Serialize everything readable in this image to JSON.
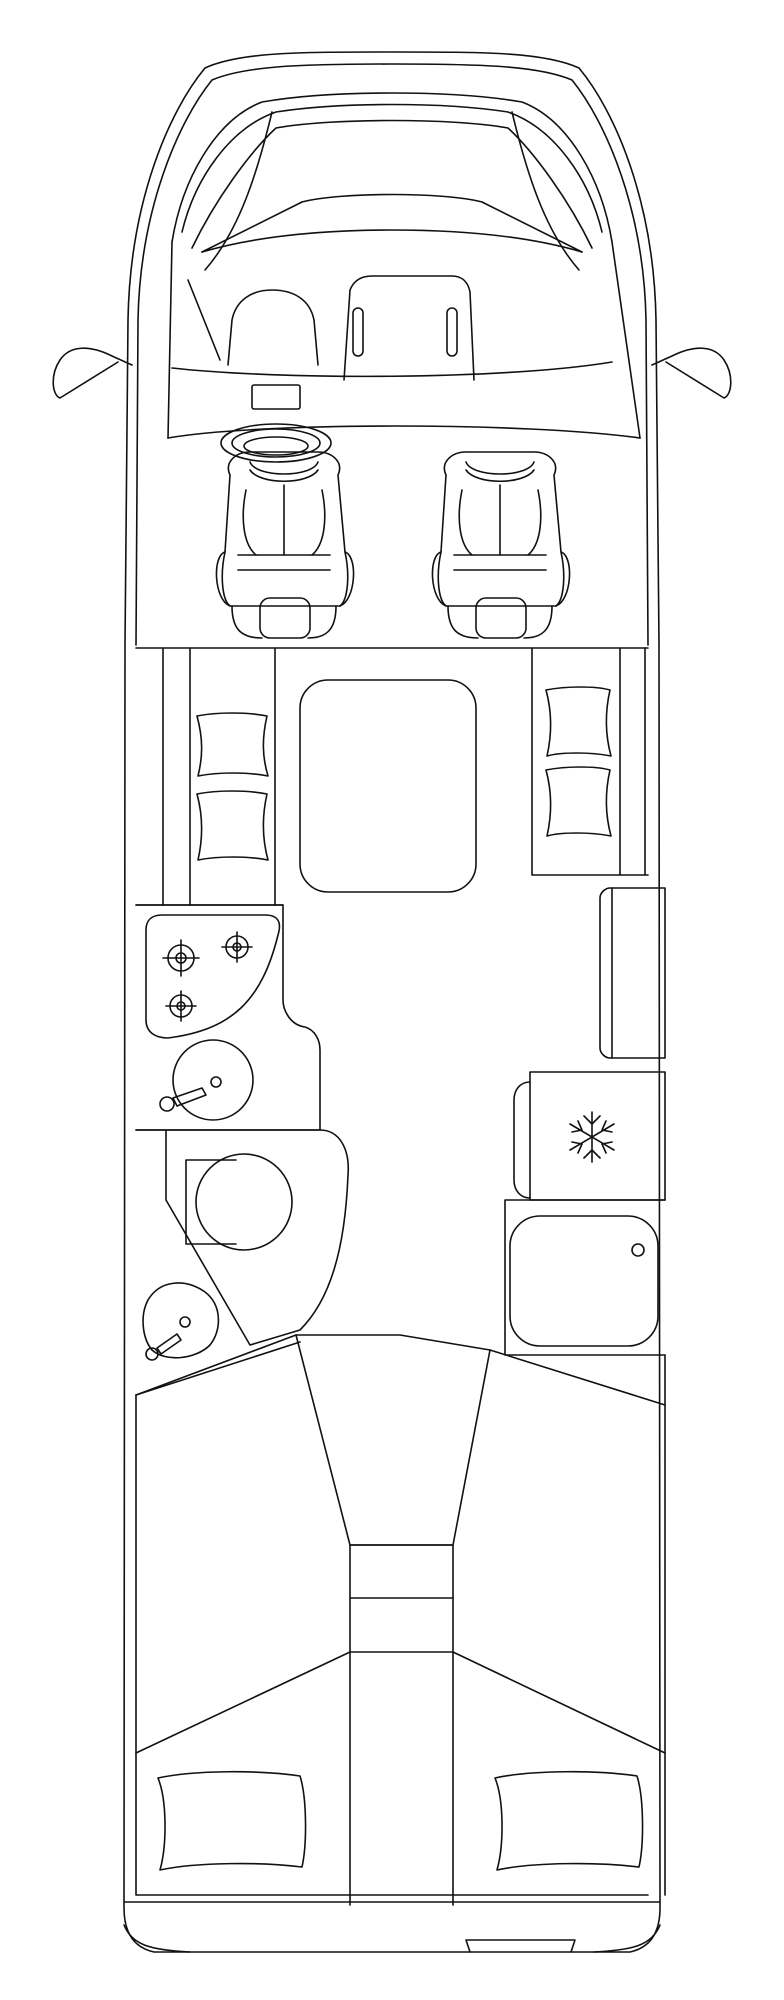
{
  "diagram": {
    "type": "motorhome-floor-plan",
    "line_color": "#111111",
    "background_color": "#ffffff",
    "zones": [
      "cab",
      "dinette",
      "kitchen",
      "fridge",
      "washroom",
      "wardrobe",
      "bedroom"
    ],
    "icons": [
      "steering-wheel-icon",
      "stove-burner-icon",
      "sink-icon",
      "faucet-icon",
      "snowflake-icon",
      "toilet-icon",
      "shower-tray-icon",
      "cushion-icon",
      "pillow-icon"
    ]
  }
}
